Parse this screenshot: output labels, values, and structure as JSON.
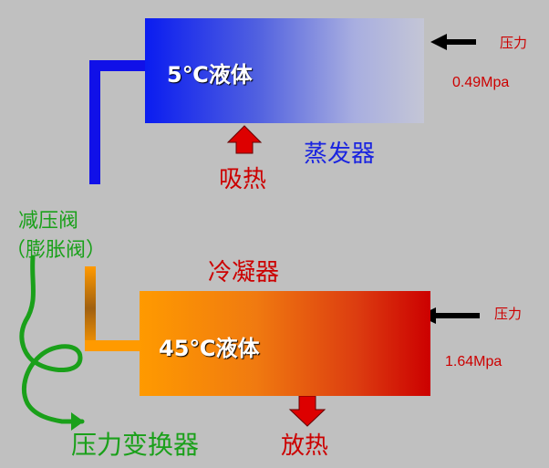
{
  "evaporator": {
    "liquid_label": "5℃液体",
    "name": "蒸发器",
    "heat_label": "吸热",
    "pressure_label": "压力",
    "pressure_value": "0.49Mpa"
  },
  "condenser": {
    "liquid_label": "45℃液体",
    "name": "冷凝器",
    "heat_label": "放热",
    "pressure_label": "压力",
    "pressure_value": "1.64Mpa"
  },
  "valve": {
    "label_line1": "减压阀",
    "label_line2": "（膨胀阀）"
  },
  "transducer": {
    "label": "压力变换器"
  },
  "colors": {
    "evaporator": "#0a1cf0",
    "condenser": "#ff9a00",
    "pipe_blue": "#1010e8",
    "pipe_orange": "#ff9a00",
    "arrow_red": "#cc0000",
    "green": "#1aa01a"
  }
}
